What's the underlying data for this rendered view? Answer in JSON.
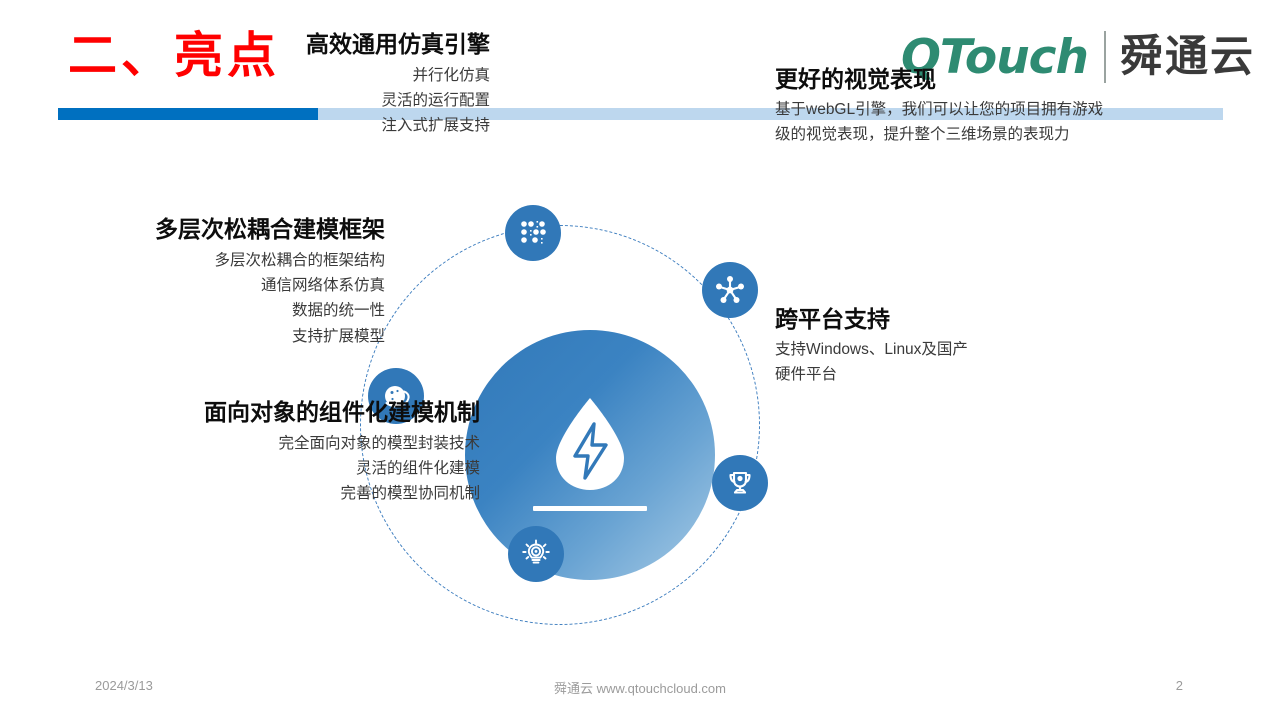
{
  "slide": {
    "title": "二、亮点",
    "title_color": "#FF0000",
    "rule_dark_color": "#0070C0",
    "rule_light_color": "#BDD7EE"
  },
  "logo": {
    "english": "QTouch",
    "chinese": "舜通云",
    "english_color": "#2E8B72",
    "chinese_color": "#3A3A3A"
  },
  "hub": {
    "icon": "water-drop-lightning-icon",
    "gradient_from": "#3279B9",
    "gradient_to": "#A9CCE6"
  },
  "nodes": [
    {
      "id": "engine",
      "icon": "dot-matrix-icon"
    },
    {
      "id": "visual",
      "icon": "network-hub-icon"
    },
    {
      "id": "framework",
      "icon": "planet-orbit-icon"
    },
    {
      "id": "platform",
      "icon": "trophy-icon"
    },
    {
      "id": "component",
      "icon": "lightbulb-gear-icon"
    }
  ],
  "features": {
    "engine": {
      "title": "高效通用仿真引擎",
      "items": [
        "并行化仿真",
        "灵活的运行配置",
        "注入式扩展支持"
      ]
    },
    "framework": {
      "title": "多层次松耦合建模框架",
      "items": [
        "多层次松耦合的框架结构",
        "通信网络体系仿真",
        "数据的统一性",
        "支持扩展模型"
      ]
    },
    "component": {
      "title": "面向对象的组件化建模机制",
      "items": [
        "完全面向对象的模型封装技术",
        "灵活的组件化建模",
        "完善的模型协同机制"
      ]
    },
    "visual": {
      "title": "更好的视觉表现",
      "desc_line1": "基于webGL引擎，我们可以让您的项目拥有游戏",
      "desc_line2": "级的视觉表现，提升整个三维场景的表现力"
    },
    "platform": {
      "title": "跨平台支持",
      "desc_line1": "支持Windows、Linux及国产",
      "desc_line2": "硬件平台"
    }
  },
  "footer": {
    "date": "2024/3/13",
    "site": "舜通云 www.qtouchcloud.com",
    "page": "2"
  }
}
